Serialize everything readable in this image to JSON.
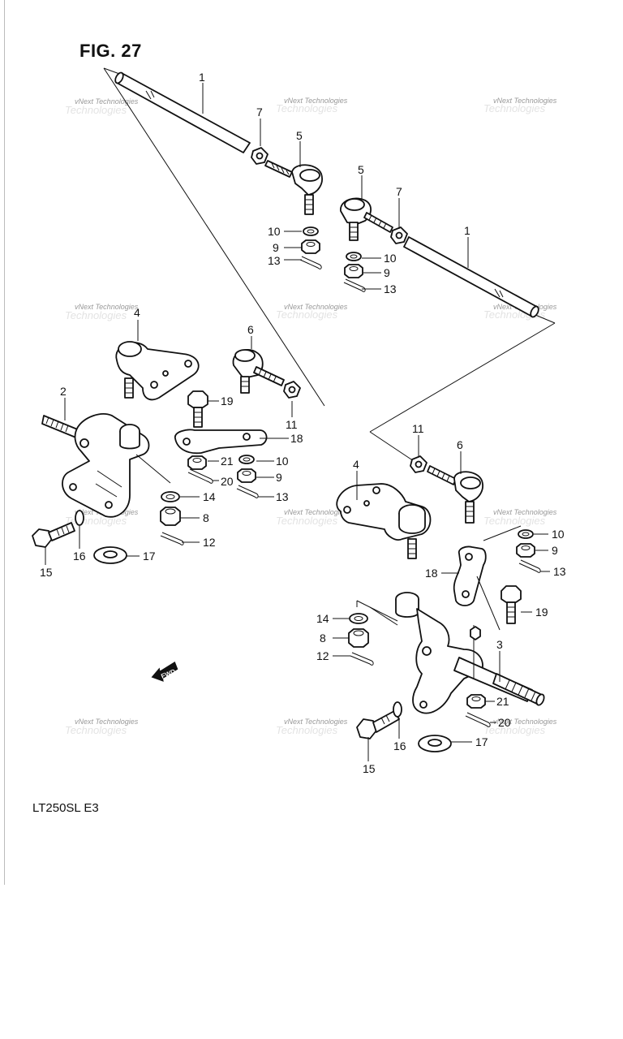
{
  "figure": {
    "title": "FIG. 27",
    "model": "LT250SL  E3"
  },
  "watermark": {
    "text": "vNext Technologies",
    "shadow": "Technologies"
  },
  "fwd_label": "FWD",
  "callouts": [
    {
      "id": "c1a",
      "label": "1"
    },
    {
      "id": "c7a",
      "label": "7"
    },
    {
      "id": "c5a",
      "label": "5"
    },
    {
      "id": "c10a",
      "label": "10"
    },
    {
      "id": "c9a",
      "label": "9"
    },
    {
      "id": "c13a",
      "label": "13"
    },
    {
      "id": "c5b",
      "label": "5"
    },
    {
      "id": "c7b",
      "label": "7"
    },
    {
      "id": "c1b",
      "label": "1"
    },
    {
      "id": "c10b",
      "label": "10"
    },
    {
      "id": "c9b",
      "label": "9"
    },
    {
      "id": "c13b",
      "label": "13"
    },
    {
      "id": "c4a",
      "label": "4"
    },
    {
      "id": "c6a",
      "label": "6"
    },
    {
      "id": "c2",
      "label": "2"
    },
    {
      "id": "c19a",
      "label": "19"
    },
    {
      "id": "c11a",
      "label": "11"
    },
    {
      "id": "c18a",
      "label": "18"
    },
    {
      "id": "c21a",
      "label": "21"
    },
    {
      "id": "c10c",
      "label": "10"
    },
    {
      "id": "c9c",
      "label": "9"
    },
    {
      "id": "c20a",
      "label": "20"
    },
    {
      "id": "c14a",
      "label": "14"
    },
    {
      "id": "c13c",
      "label": "13"
    },
    {
      "id": "c8a",
      "label": "8"
    },
    {
      "id": "c12a",
      "label": "12"
    },
    {
      "id": "c16a",
      "label": "16"
    },
    {
      "id": "c17a",
      "label": "17"
    },
    {
      "id": "c15a",
      "label": "15"
    },
    {
      "id": "c11b",
      "label": "11"
    },
    {
      "id": "c6b",
      "label": "6"
    },
    {
      "id": "c4b",
      "label": "4"
    },
    {
      "id": "c10d",
      "label": "10"
    },
    {
      "id": "c9d",
      "label": "9"
    },
    {
      "id": "c18b",
      "label": "18"
    },
    {
      "id": "c13d",
      "label": "13"
    },
    {
      "id": "c19b",
      "label": "19"
    },
    {
      "id": "c14b",
      "label": "14"
    },
    {
      "id": "c8b",
      "label": "8"
    },
    {
      "id": "c3",
      "label": "3"
    },
    {
      "id": "c12b",
      "label": "12"
    },
    {
      "id": "c21b",
      "label": "21"
    },
    {
      "id": "c20b",
      "label": "20"
    },
    {
      "id": "c17b",
      "label": "17"
    },
    {
      "id": "c15b",
      "label": "15"
    },
    {
      "id": "c16b",
      "label": "16"
    }
  ]
}
